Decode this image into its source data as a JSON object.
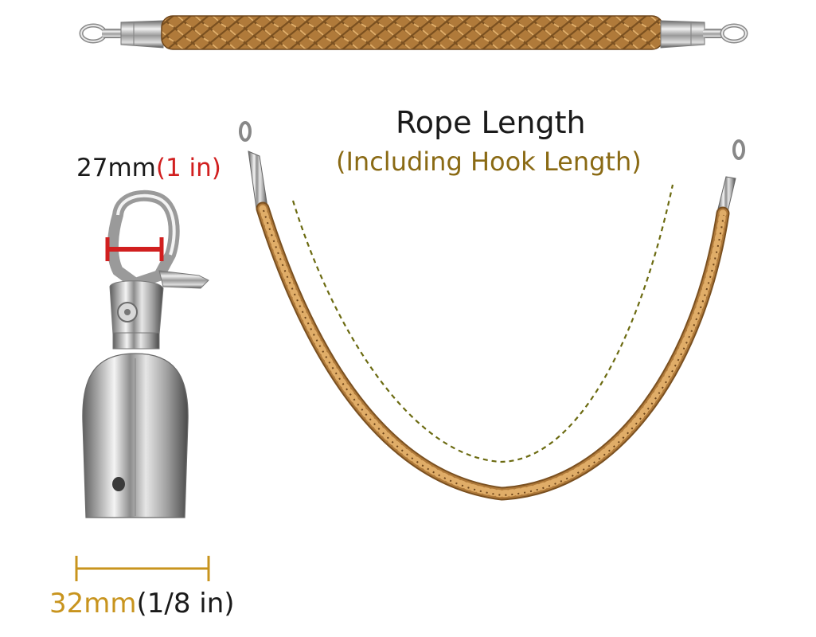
{
  "rope_title": "Rope Length",
  "rope_subtitle": "(Including Hook Length)",
  "hook_opening": {
    "metric": "27mm",
    "imperial": "(1 in)"
  },
  "base_diameter": {
    "metric": "32mm",
    "imperial": "(1/8 in)"
  },
  "colors": {
    "rope": "#b07a3a",
    "rope_dark": "#7a5020",
    "rope_light": "#d9a55f",
    "chrome": "#c8c8c8",
    "hook_dim_accent": "#d11f1f",
    "base_dim_accent": "#c8941e",
    "subtitle": "#8a6a14",
    "guide_dash": "#6b6a10"
  }
}
